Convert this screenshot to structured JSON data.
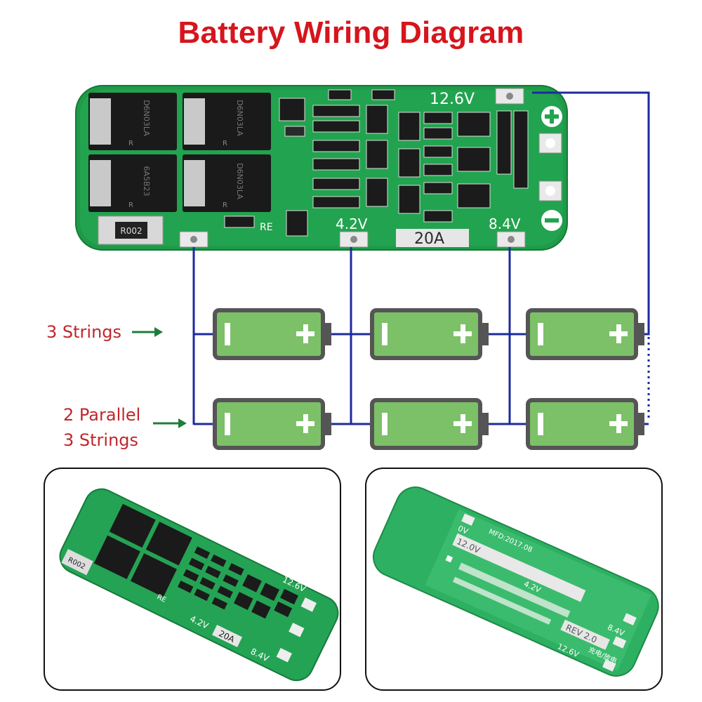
{
  "title": "Battery Wiring Diagram",
  "board": {
    "voltages": {
      "v126": "12.6V",
      "v42": "4.2V",
      "v84": "8.4V"
    },
    "current": "20A",
    "shunt": "R002",
    "re_label": "RE",
    "mosfet_marks": [
      "D6N03LA",
      "6A5B23",
      "R"
    ]
  },
  "wiring": {
    "row1_label": "3 Strings",
    "row2_label_line1": "2 Parallel",
    "row2_label_line2": "3 Strings",
    "cell_minus": "I",
    "cell_plus": "+"
  },
  "photo_left": {
    "v126": "12.6V",
    "v42": "4.2V",
    "v84": "8.4V",
    "current": "20A",
    "shunt": "R002",
    "re_label": "RE"
  },
  "photo_right": {
    "mfd": "MFD:2017.08",
    "v12": "12.0V",
    "v42": "4.2V",
    "v84": "8.4V",
    "v126": "12.6V",
    "v0": "0V",
    "rev": "REV 2.0",
    "charge_label": "充电/放电"
  },
  "colors": {
    "title": "#d6151c",
    "label": "#c0262a",
    "pcb": "#1e9a48",
    "wire": "#1d2a9e",
    "cell": "#7cc068",
    "arrow": "#1f7d3c"
  }
}
